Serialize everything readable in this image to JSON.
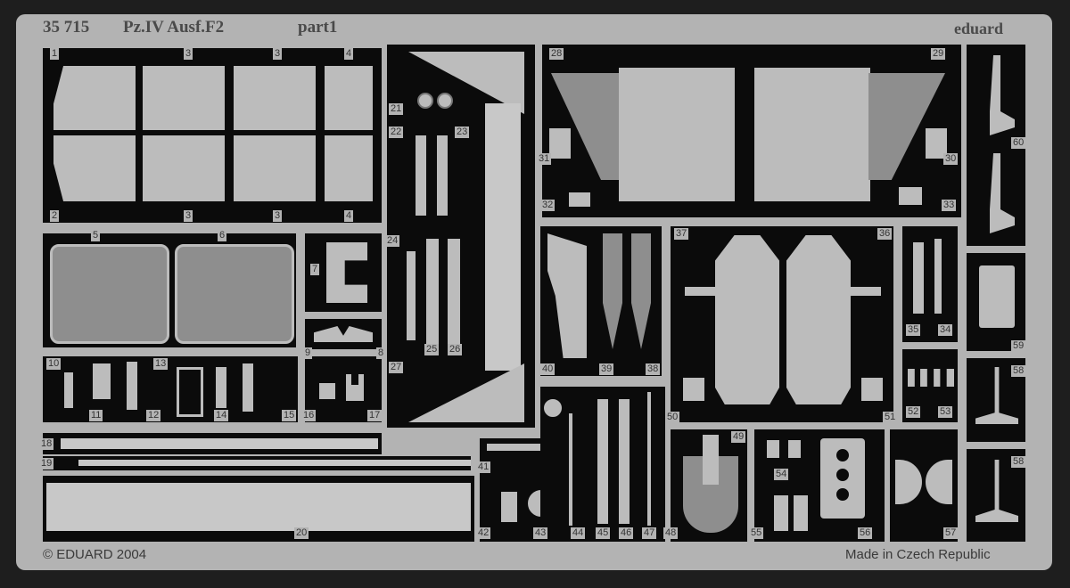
{
  "header": {
    "set_number": "35 715",
    "model": "Pz.IV Ausf.F2",
    "part": "part1",
    "brand": "eduard"
  },
  "footer": {
    "copyright": "© EDUARD 2004",
    "origin": "Made in Czech Republic"
  },
  "part_numbers": {
    "n1": "1",
    "n2": "2",
    "n3a": "3",
    "n3b": "3",
    "n3c": "3",
    "n3d": "3",
    "n4a": "4",
    "n4b": "4",
    "n5": "5",
    "n6": "6",
    "n7": "7",
    "n8": "8",
    "n9": "9",
    "n10": "10",
    "n11": "11",
    "n12": "12",
    "n13": "13",
    "n14": "14",
    "n15": "15",
    "n16": "16",
    "n17": "17",
    "n18": "18",
    "n19": "19",
    "n20": "20",
    "n21": "21",
    "n22": "22",
    "n23": "23",
    "n24": "24",
    "n25": "25",
    "n26": "26",
    "n27": "27",
    "n28": "28",
    "n29": "29",
    "n30": "30",
    "n31": "31",
    "n32": "32",
    "n33": "33",
    "n34": "34",
    "n35": "35",
    "n36": "36",
    "n37": "37",
    "n38": "38",
    "n39": "39",
    "n40": "40",
    "n41": "41",
    "n42": "42",
    "n43": "43",
    "n44": "44",
    "n45": "45",
    "n46": "46",
    "n47": "47",
    "n48": "48",
    "n49": "49",
    "n50": "50",
    "n51": "51",
    "n52": "52",
    "n53": "53",
    "n54": "54",
    "n55": "55",
    "n56": "56",
    "n57": "57",
    "n58a": "58",
    "n58b": "58",
    "n59": "59",
    "n60": "60"
  }
}
